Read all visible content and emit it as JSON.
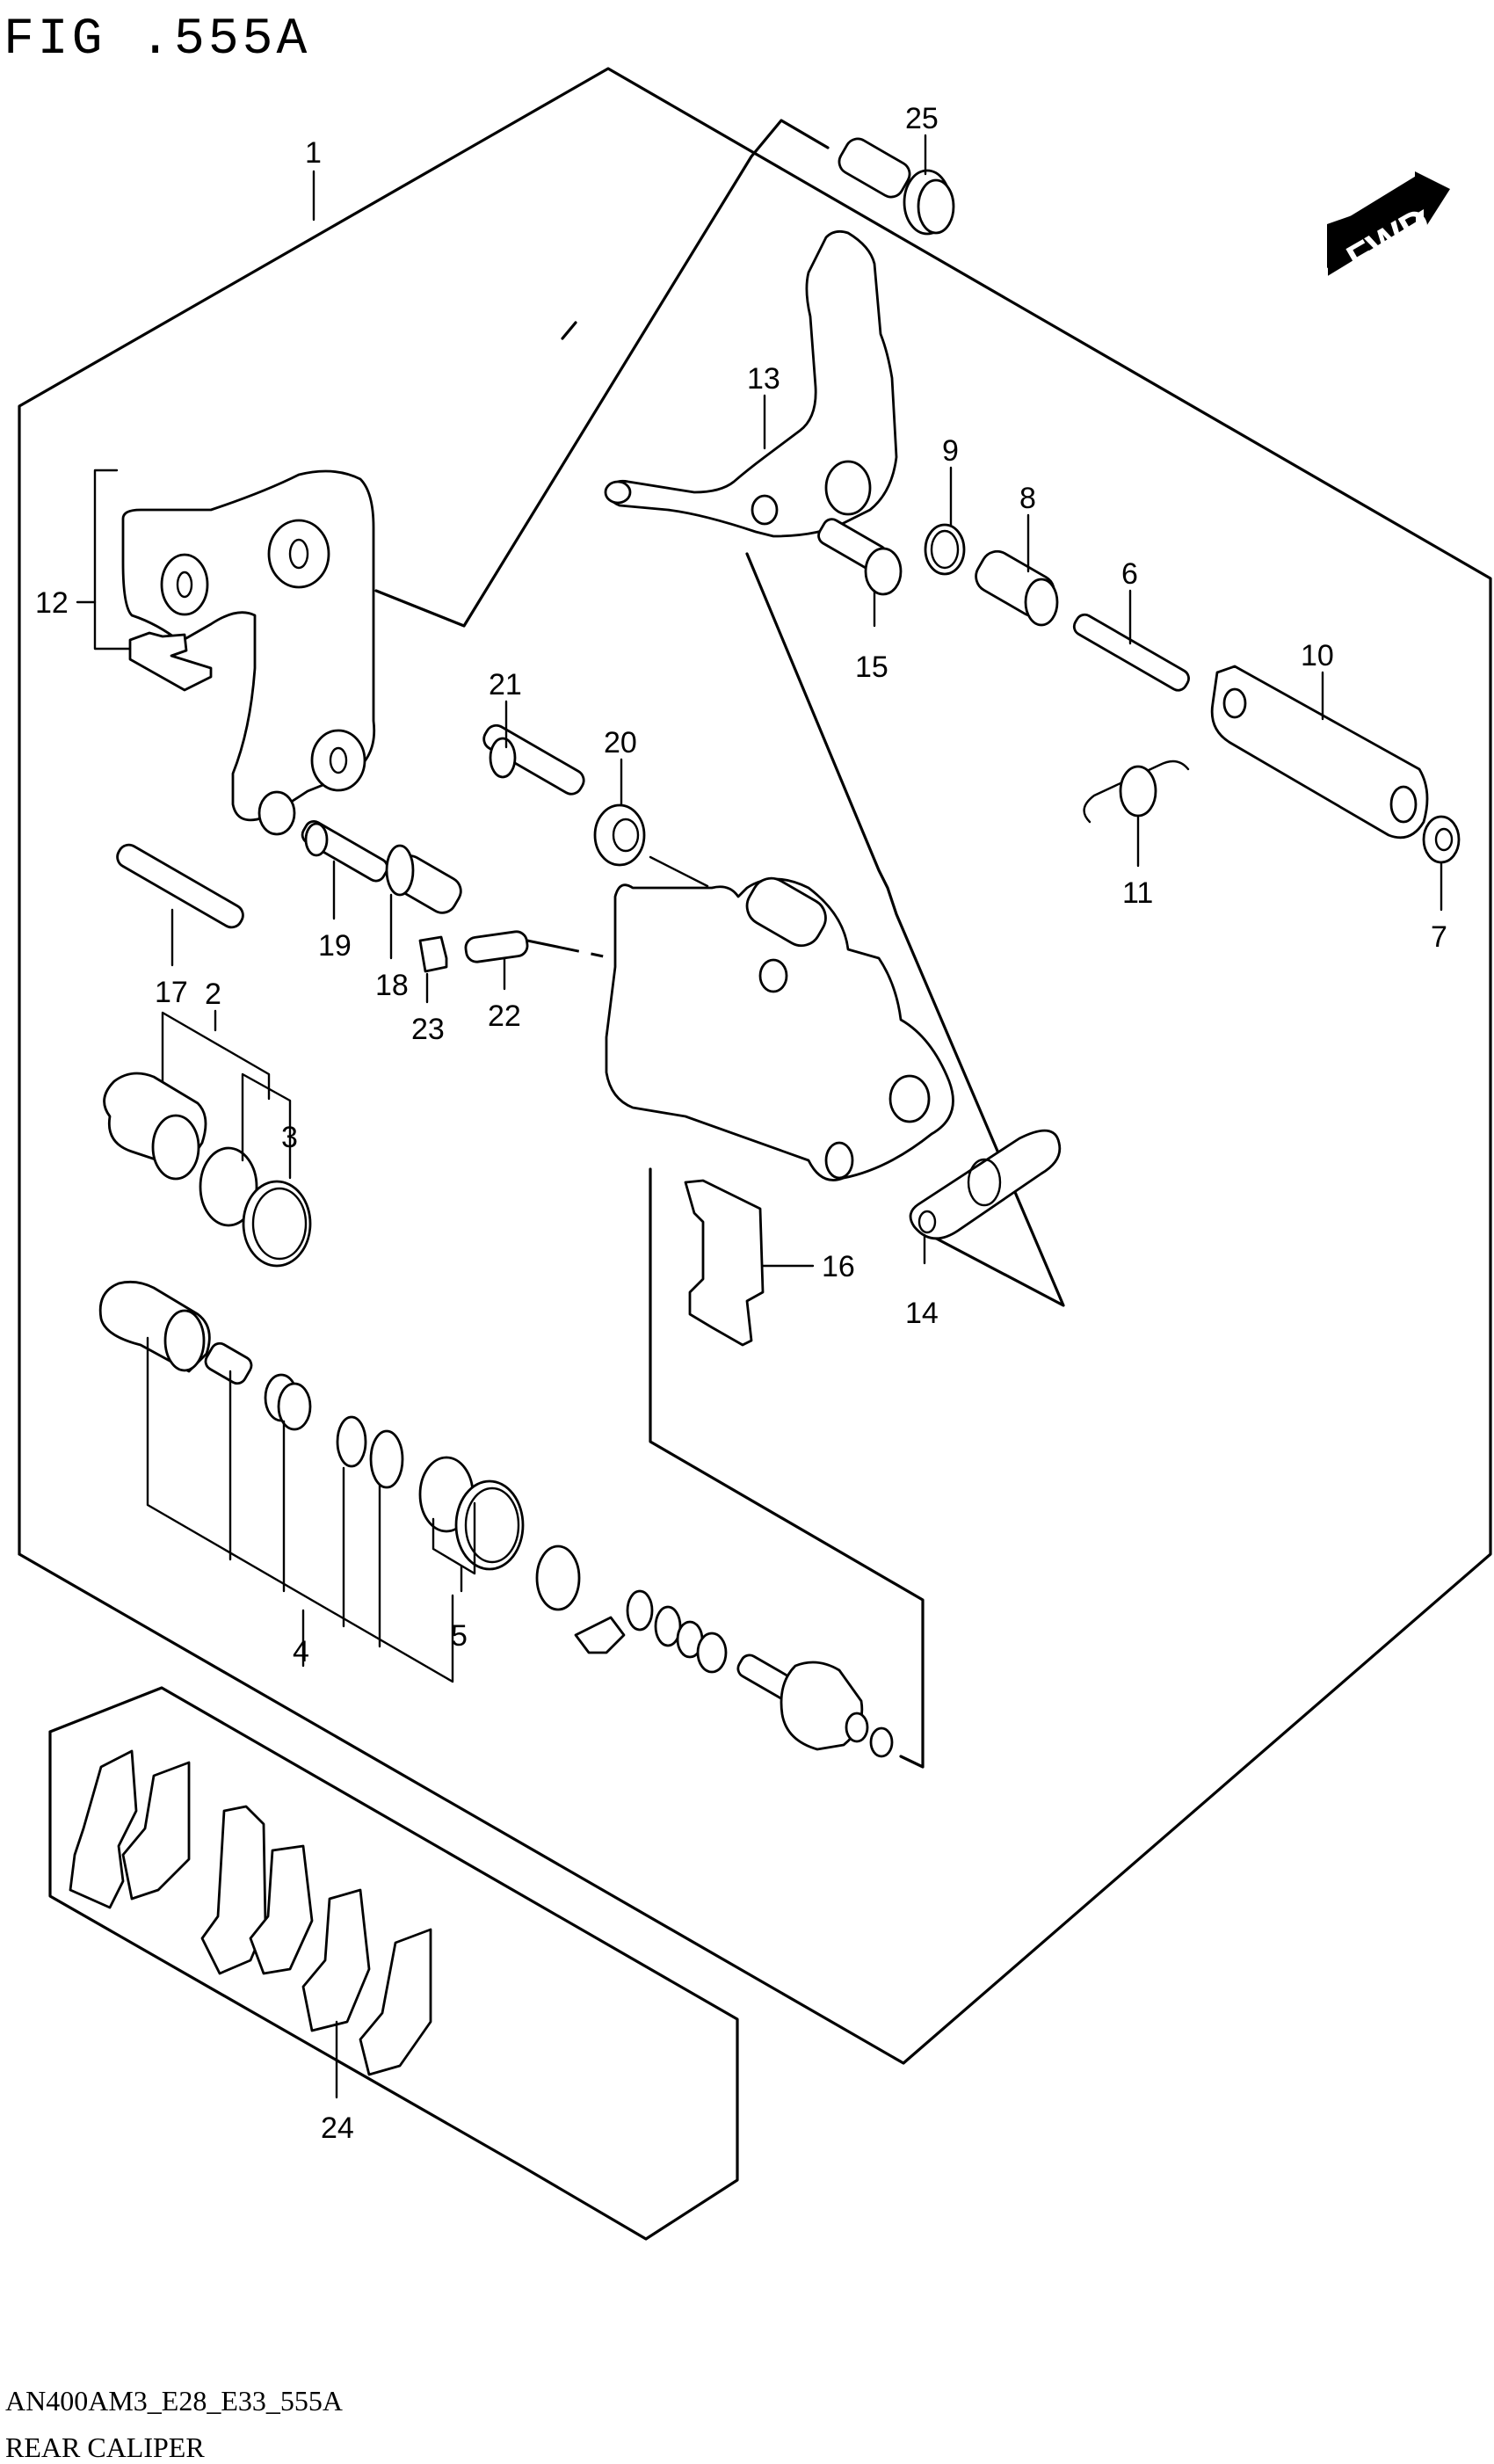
{
  "figure": {
    "title": "FIG .555A",
    "code": "AN400AM3_E28_E33_555A",
    "caption": "REAR CALIPER"
  },
  "direction_marker": {
    "label": "FWD",
    "icon": "forward-arrow-icon"
  },
  "callouts": [
    {
      "id": "1",
      "label": "1"
    },
    {
      "id": "2",
      "label": "2"
    },
    {
      "id": "3",
      "label": "3"
    },
    {
      "id": "4",
      "label": "4"
    },
    {
      "id": "5",
      "label": "5"
    },
    {
      "id": "6",
      "label": "6"
    },
    {
      "id": "7",
      "label": "7"
    },
    {
      "id": "8",
      "label": "8"
    },
    {
      "id": "9",
      "label": "9"
    },
    {
      "id": "10",
      "label": "10"
    },
    {
      "id": "11",
      "label": "11"
    },
    {
      "id": "12",
      "label": "12"
    },
    {
      "id": "13",
      "label": "13"
    },
    {
      "id": "14",
      "label": "14"
    },
    {
      "id": "15",
      "label": "15"
    },
    {
      "id": "16",
      "label": "16"
    },
    {
      "id": "17",
      "label": "17"
    },
    {
      "id": "18",
      "label": "18"
    },
    {
      "id": "19",
      "label": "19"
    },
    {
      "id": "20",
      "label": "20"
    },
    {
      "id": "21",
      "label": "21"
    },
    {
      "id": "22",
      "label": "22"
    },
    {
      "id": "23",
      "label": "23"
    },
    {
      "id": "24",
      "label": "24"
    },
    {
      "id": "25",
      "label": "25"
    }
  ]
}
